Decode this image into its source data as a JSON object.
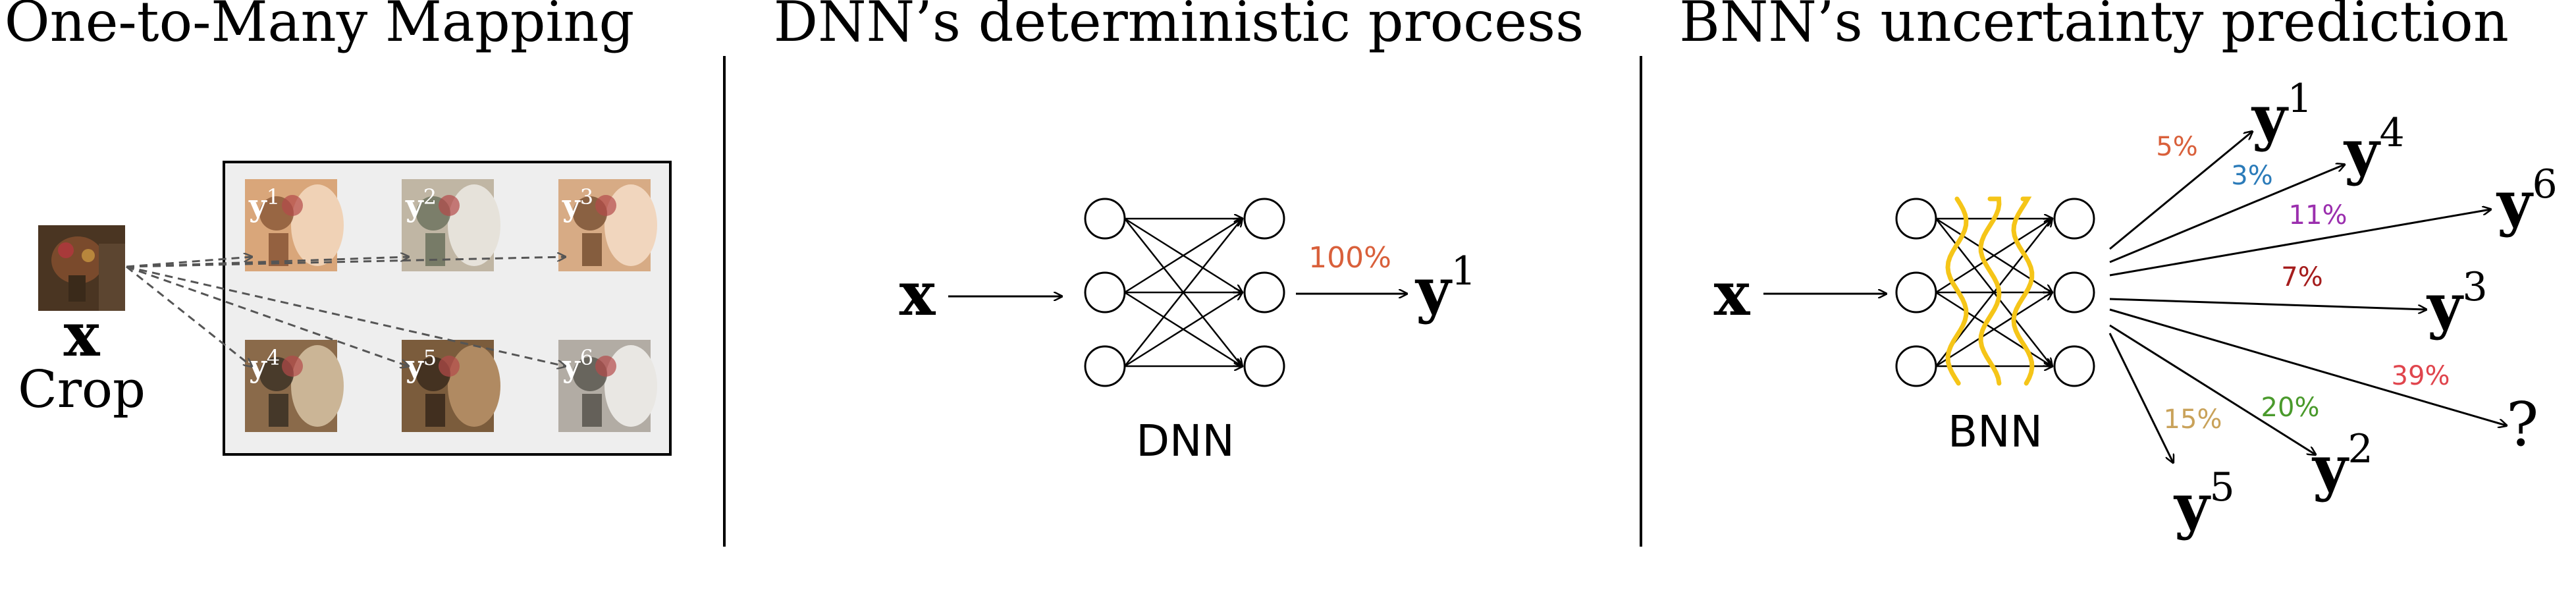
{
  "panels": {
    "one_to_many": {
      "title": "One-to-Many Mapping",
      "input_label": "x",
      "crop_label": "Crop",
      "thumbnails": [
        {
          "base": "y",
          "sup": "1",
          "tone": [
            "#d9a67a",
            "#f0d2b6",
            "#8c5a3a"
          ]
        },
        {
          "base": "y",
          "sup": "2",
          "tone": [
            "#c0b6a4",
            "#e6e2da",
            "#6f7460"
          ]
        },
        {
          "base": "y",
          "sup": "3",
          "tone": [
            "#d7ab85",
            "#f1d6be",
            "#7c5436"
          ]
        },
        {
          "base": "y",
          "sup": "4",
          "tone": [
            "#8a6a4a",
            "#cbb596",
            "#3d3326"
          ]
        },
        {
          "base": "y",
          "sup": "5",
          "tone": [
            "#7b5c3c",
            "#b08a62",
            "#3b2a1c"
          ]
        },
        {
          "base": "y",
          "sup": "6",
          "tone": [
            "#b2aca4",
            "#e9e7e3",
            "#5b5851"
          ]
        }
      ]
    },
    "dnn": {
      "title": "DNN’s deterministic process",
      "input_label": "x",
      "network_label": "DNN",
      "output": {
        "percent": "100%",
        "base": "y",
        "sup": "1",
        "color": "#d9603b"
      }
    },
    "bnn": {
      "title": "BNN’s uncertainty prediction",
      "input_label": "x",
      "network_label": "BNN",
      "uncertainty_color": "#f5c518",
      "outputs": [
        {
          "base": "y",
          "sup": "1",
          "percent": "5%",
          "color": "#d9603b"
        },
        {
          "base": "y",
          "sup": "4",
          "percent": "3%",
          "color": "#2b7bb9"
        },
        {
          "base": "y",
          "sup": "6",
          "percent": "11%",
          "color": "#9b2fae"
        },
        {
          "base": "y",
          "sup": "3",
          "percent": "7%",
          "color": "#a51d1d"
        },
        {
          "base": "?",
          "sup": "",
          "percent": "39%",
          "color": "#e0454d"
        },
        {
          "base": "y",
          "sup": "2",
          "percent": "20%",
          "color": "#4a9a2c"
        },
        {
          "base": "y",
          "sup": "5",
          "percent": "15%",
          "color": "#c9a25a"
        }
      ]
    }
  }
}
